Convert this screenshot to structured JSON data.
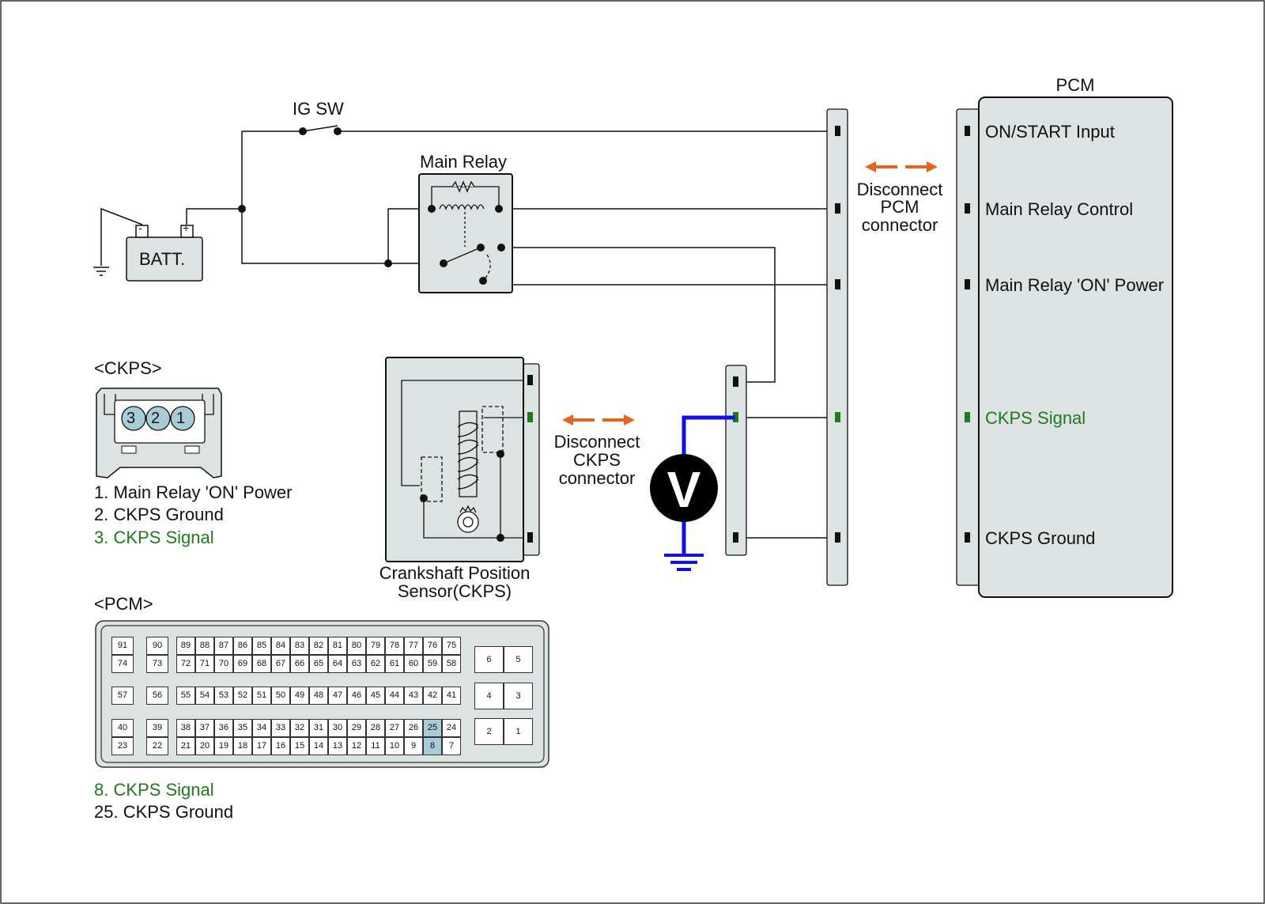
{
  "labels": {
    "ig_sw": "IG SW",
    "main_relay": "Main Relay",
    "batt": "BATT.",
    "batt_minus": "-",
    "batt_plus": "+",
    "pcm_title": "PCM",
    "disconnect_pcm": [
      "Disconnect",
      "PCM",
      "connector"
    ],
    "disconnect_ckps": [
      "Disconnect",
      "CKPS",
      "connector"
    ],
    "ckps_sensor": [
      "Crankshaft Position",
      "Sensor(CKPS)"
    ],
    "voltmeter": "V"
  },
  "pcm_inputs": [
    {
      "label": "ON/START Input",
      "highlight": false
    },
    {
      "label": "Main Relay Control",
      "highlight": false
    },
    {
      "label": "Main Relay 'ON' Power",
      "highlight": false
    },
    {
      "label": "CKPS Signal",
      "highlight": true
    },
    {
      "label": "CKPS Ground",
      "highlight": false
    }
  ],
  "ckps_connector": {
    "title": "<CKPS>",
    "pins": [
      "3",
      "2",
      "1"
    ],
    "legend": [
      {
        "text": "1. Main Relay 'ON' Power",
        "highlight": false
      },
      {
        "text": "2. CKPS Ground",
        "highlight": false
      },
      {
        "text": "3. CKPS Signal",
        "highlight": true
      }
    ]
  },
  "pcm_connector": {
    "title": "<PCM>",
    "rows": [
      [
        "91",
        "90",
        "89",
        "88",
        "87",
        "86",
        "85",
        "84",
        "83",
        "82",
        "81",
        "80",
        "79",
        "78",
        "77",
        "76",
        "75"
      ],
      [
        "74",
        "73",
        "72",
        "71",
        "70",
        "69",
        "68",
        "67",
        "66",
        "65",
        "64",
        "63",
        "62",
        "61",
        "60",
        "59",
        "58"
      ],
      [
        "57",
        "56",
        "55",
        "54",
        "53",
        "52",
        "51",
        "50",
        "49",
        "48",
        "47",
        "46",
        "45",
        "44",
        "43",
        "42",
        "41"
      ],
      [
        "40",
        "39",
        "38",
        "37",
        "36",
        "35",
        "34",
        "33",
        "32",
        "31",
        "30",
        "29",
        "28",
        "27",
        "26",
        "25",
        "24"
      ],
      [
        "23",
        "22",
        "21",
        "20",
        "19",
        "18",
        "17",
        "16",
        "15",
        "14",
        "13",
        "12",
        "11",
        "10",
        "9",
        "8",
        "7"
      ]
    ],
    "side_pins": [
      [
        "6",
        "5"
      ],
      [
        "4",
        "3"
      ],
      [
        "2",
        "1"
      ]
    ],
    "highlighted_pins": [
      "25",
      "8"
    ],
    "legend": [
      {
        "text": "8. CKPS Signal",
        "highlight": true
      },
      {
        "text": "25. CKPS Ground",
        "highlight": false
      }
    ]
  },
  "colors": {
    "signal_green": "#1f7a1f",
    "arrow_orange": "#e8641c",
    "probe_blue": "#1010e0",
    "connector_fill": "#dde3e3",
    "pin_highlight": "#a8ccd6"
  }
}
